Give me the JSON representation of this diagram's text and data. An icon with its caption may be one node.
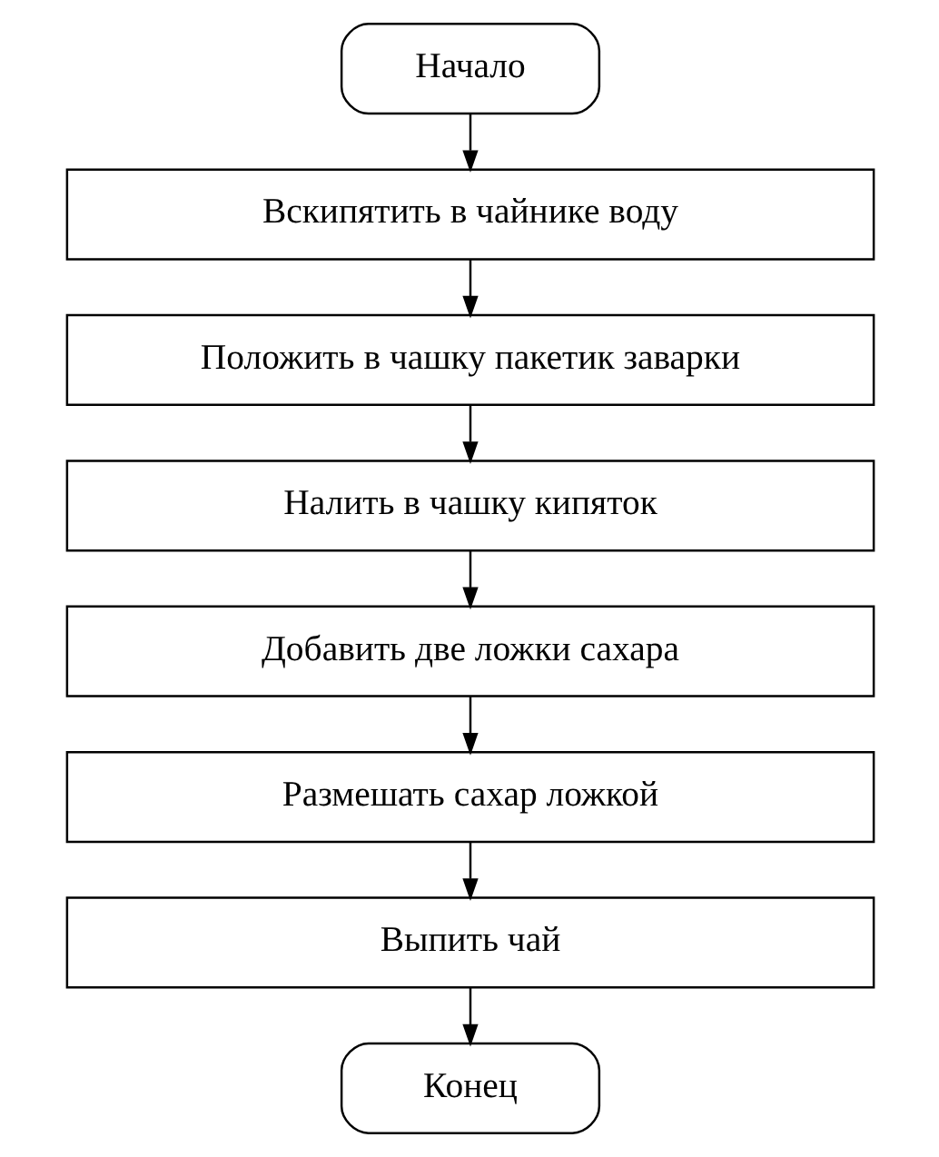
{
  "diagram": {
    "nodes": [
      {
        "text": [
          "Начало"
        ]
      },
      {
        "text": [
          "Вскипятить в чайнике воду"
        ]
      },
      {
        "text": [
          "Положить в чашку пакетик заварки"
        ]
      },
      {
        "text": [
          "Налить в чашку кипяток"
        ]
      },
      {
        "text": [
          "Добавить две ложки сахара"
        ]
      },
      {
        "text": [
          "Размешать сахар ложкой"
        ]
      },
      {
        "text": [
          "Выпить чай"
        ]
      },
      {
        "text": [
          "Конец"
        ]
      }
    ],
    "edges": [
      {
        "from": 0,
        "to": 1,
        "arrow": "to"
      },
      {
        "from": 1,
        "to": 2,
        "arrow": "to"
      },
      {
        "from": 2,
        "to": 3,
        "arrow": "to"
      },
      {
        "from": 3,
        "to": 4,
        "arrow": "to"
      },
      {
        "from": 4,
        "to": 5,
        "arrow": "to"
      },
      {
        "from": 5,
        "to": 6,
        "arrow": "to"
      },
      {
        "from": 6,
        "to": 7,
        "arrow": "to"
      }
    ]
  }
}
